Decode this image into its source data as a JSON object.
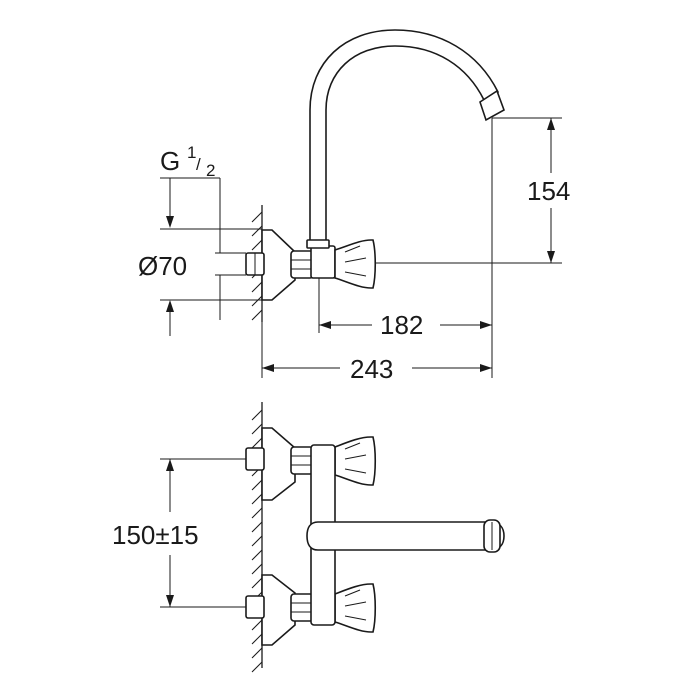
{
  "dimensions": {
    "spout_height": "154",
    "spout_reach": "182",
    "overall_reach": "243",
    "flange_diameter": "Ø70",
    "connection_centers": "150±15"
  },
  "thread": {
    "letter": "G",
    "numerator": "1",
    "slash": "/",
    "denominator": "2"
  },
  "colors": {
    "line": "#1a1a1a",
    "background": "#ffffff"
  }
}
